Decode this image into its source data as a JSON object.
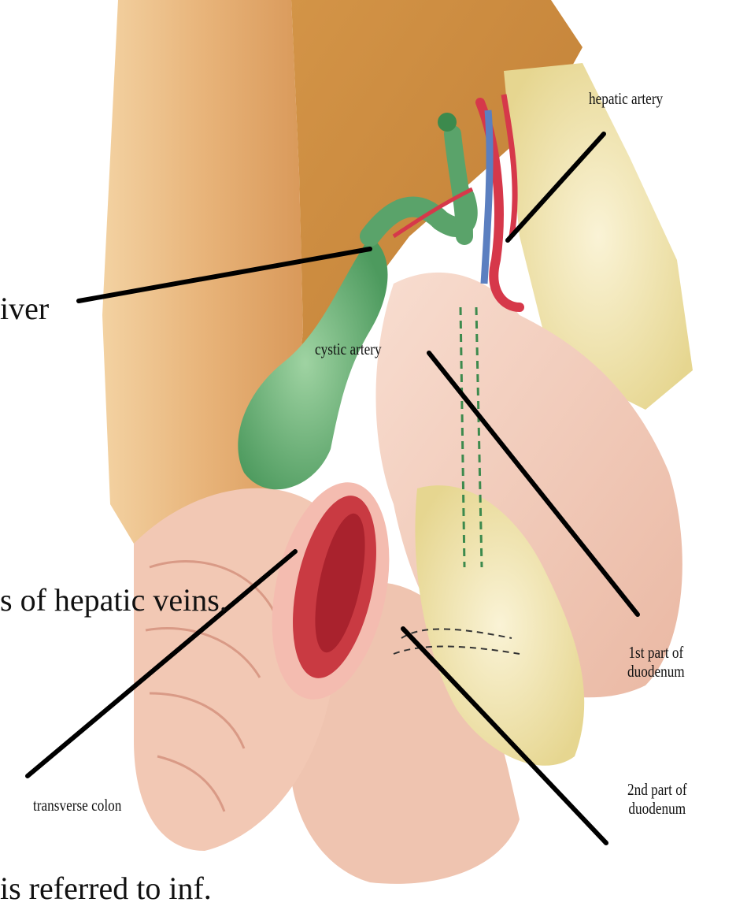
{
  "labels": {
    "hepatic_artery": "hepatic artery",
    "cystic_artery": "cystic artery",
    "first_part_duodenum_line1": "1st part of",
    "first_part_duodenum_line2": "duodenum",
    "second_part_duodenum_line1": "2nd part of",
    "second_part_duodenum_line2": "duodenum",
    "transverse_colon": "transverse colon"
  },
  "overlay_text": {
    "liver_fragment": "iver",
    "hepatic_veins_fragment": "s of hepatic veins.",
    "bottom_fragment": "is referred to inf."
  },
  "colors": {
    "liver": "#c98a3e",
    "gallbladder": "#6fb07a",
    "duodenum": "#f1c7b3",
    "colon_lumen": "#c93a42",
    "artery": "#d6384a",
    "vein": "#5b7fc0",
    "fat": "#e8dc9a",
    "leader_line": "#000000"
  }
}
